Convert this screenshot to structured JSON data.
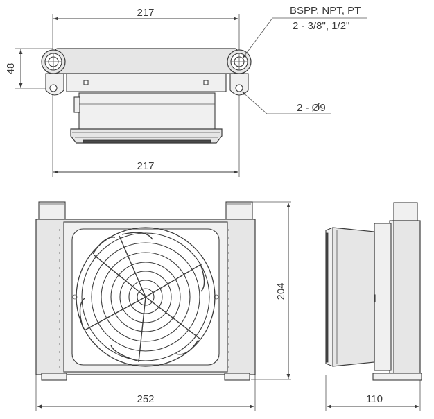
{
  "dimensions": {
    "top_width": "217",
    "bottom_width_top_view": "217",
    "height_top_view": "48",
    "front_width": "252",
    "front_height": "204",
    "side_depth": "110"
  },
  "callouts": {
    "port_line1": "BSPP, NPT, PT",
    "port_line2": "2 - 3/8\", 1/2\"",
    "mount_holes": "2 - Ø9"
  }
}
